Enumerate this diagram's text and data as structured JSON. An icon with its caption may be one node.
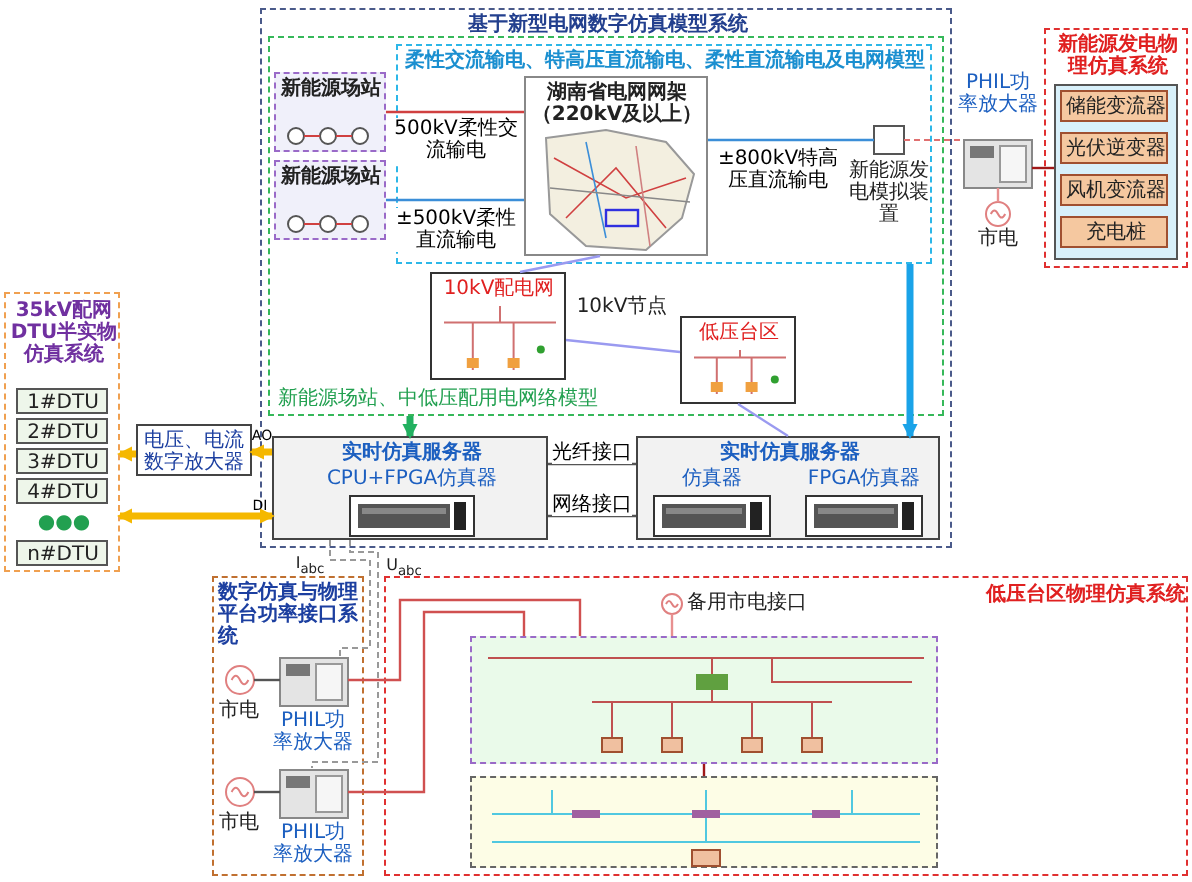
{
  "diagram": {
    "nodes": [
      {
        "text": [
          "基于新型电网数字仿真模型系统"
        ]
      },
      {
        "text": [
          "新能源场站、中低压配用电网络模型"
        ],
        "in": 0
      },
      {
        "text": [
          "柔性交流输电、特高压直流输电、柔性直流输电及电网模型"
        ],
        "in": 1
      },
      {
        "text": [
          "湖南省电网网架（220kV及以上）"
        ],
        "in": 2
      },
      {
        "text": [
          "新能源场站"
        ],
        "in": 1
      },
      {
        "text": [
          "新能源场站"
        ],
        "in": 1
      },
      {
        "text": [
          "10kV配电网"
        ],
        "in": 1
      },
      {
        "text": [
          "低压台区"
        ],
        "in": 1
      },
      {
        "text": [
          "实时仿真服务器",
          "CPU+FPGA仿真器"
        ],
        "in": 0
      },
      {
        "text": [
          "实时仿真服务器",
          "仿真器",
          "FPGA仿真器"
        ],
        "in": 0
      },
      {
        "text": [
          "新能源发电模拟装置"
        ],
        "in": 2
      },
      {
        "text": [
          "PHIL功率放大器"
        ]
      },
      {
        "text": [
          "市电"
        ]
      },
      {
        "text": [
          "新能源发电物理仿真系统"
        ]
      },
      {
        "text": [],
        "shape": "box",
        "in": 13
      },
      {
        "text": [
          "储能变流器"
        ],
        "in": 14
      },
      {
        "text": [
          "光伏逆变器"
        ],
        "in": 14
      },
      {
        "text": [
          "风机变流器"
        ],
        "in": 14
      },
      {
        "text": [
          "充电桩"
        ],
        "in": 14
      },
      {
        "text": [
          "35kV配网DTU半实物仿真系统"
        ]
      },
      {
        "text": [
          "1#DTU"
        ],
        "in": 19
      },
      {
        "text": [
          "2#DTU"
        ],
        "in": 19
      },
      {
        "text": [
          "3#DTU"
        ],
        "in": 19
      },
      {
        "text": [
          "4#DTU"
        ],
        "in": 19
      },
      {
        "text": [
          "n#DTU"
        ],
        "in": 19
      },
      {
        "text": [
          "电压、电流数字放大器"
        ]
      },
      {
        "text": [
          "数字仿真与物理平台功率接口系统"
        ]
      },
      {
        "text": [
          "PHIL功率放大器"
        ],
        "in": 26
      },
      {
        "text": [
          "市电"
        ],
        "in": 26
      },
      {
        "text": [
          "PHIL功率放大器"
        ],
        "in": 26
      },
      {
        "text": [
          "市电"
        ],
        "in": 26
      },
      {
        "text": [
          "低压台区物理仿真系统"
        ]
      },
      {
        "text": [],
        "shape": "box",
        "in": 31
      },
      {
        "text": [],
        "shape": "box",
        "in": 31
      },
      {
        "text": [
          "备用市电接口"
        ],
        "in": 31
      }
    ],
    "edges": [
      {
        "from": 8,
        "to": 25,
        "arrow": "to",
        "label": "AO",
        "style": "thick",
        "color": "#f5b800"
      },
      {
        "from": 25,
        "to": 19,
        "arrow": "to",
        "style": "thick",
        "color": "#f5b800"
      },
      {
        "from": 8,
        "to": 19,
        "arrow": "both",
        "label": "DI",
        "style": "thick",
        "color": "#f5b800"
      },
      {
        "from": 1,
        "to": 8,
        "arrow": "to",
        "style": "thick",
        "color": "#22b060"
      },
      {
        "from": 2,
        "to": 9,
        "arrow": "to",
        "style": "thick",
        "color": "#1aa3e8"
      },
      {
        "from": 8,
        "to": 9,
        "arrow": "none",
        "label": "光纤接口"
      },
      {
        "from": 8,
        "to": 9,
        "arrow": "none",
        "label": "网络接口"
      },
      {
        "from": 4,
        "to": 3,
        "arrow": "none",
        "label": "500kV柔性交流输电",
        "color": "#d04040"
      },
      {
        "from": 5,
        "to": 3,
        "arrow": "none",
        "label": "±500kV柔性直流输电",
        "color": "#3b8ed8"
      },
      {
        "from": 3,
        "to": 10,
        "arrow": "none",
        "label": "±800kV特高压直流输电",
        "color": "#3b8ed8"
      },
      {
        "from": 10,
        "to": 11,
        "arrow": "none",
        "style": "dashed",
        "color": "#e07070"
      },
      {
        "from": 11,
        "to": 14,
        "arrow": "none",
        "color": "#a01818"
      },
      {
        "from": 12,
        "to": 11,
        "arrow": "none",
        "color": "#e89090"
      },
      {
        "from": 3,
        "to": 6,
        "arrow": "none",
        "color": "#9a9af0"
      },
      {
        "from": 6,
        "to": 7,
        "arrow": "none",
        "color": "#9a9af0"
      },
      {
        "from": 7,
        "to": 9,
        "arrow": "none",
        "color": "#9a9af0"
      },
      {
        "from": 8,
        "to": 27,
        "arrow": "none",
        "style": "dashed",
        "color": "#999999"
      },
      {
        "from": 8,
        "to": 29,
        "arrow": "none",
        "style": "dashed",
        "color": "#999999"
      },
      {
        "from": 27,
        "to": 32,
        "arrow": "none",
        "color": "#d05050"
      },
      {
        "from": 29,
        "to": 32,
        "arrow": "none",
        "color": "#d05050"
      },
      {
        "from": 28,
        "to": 27,
        "arrow": "none"
      },
      {
        "from": 30,
        "to": 29,
        "arrow": "none"
      },
      {
        "from": 34,
        "to": 32,
        "arrow": "none",
        "color": "#e89090"
      },
      {
        "from": 32,
        "to": 33,
        "arrow": "none",
        "color": "#a01818"
      }
    ],
    "labels": [
      "10kV节点",
      "●●●",
      "I$_{abc}$",
      "U$_{abc}$"
    ]
  }
}
